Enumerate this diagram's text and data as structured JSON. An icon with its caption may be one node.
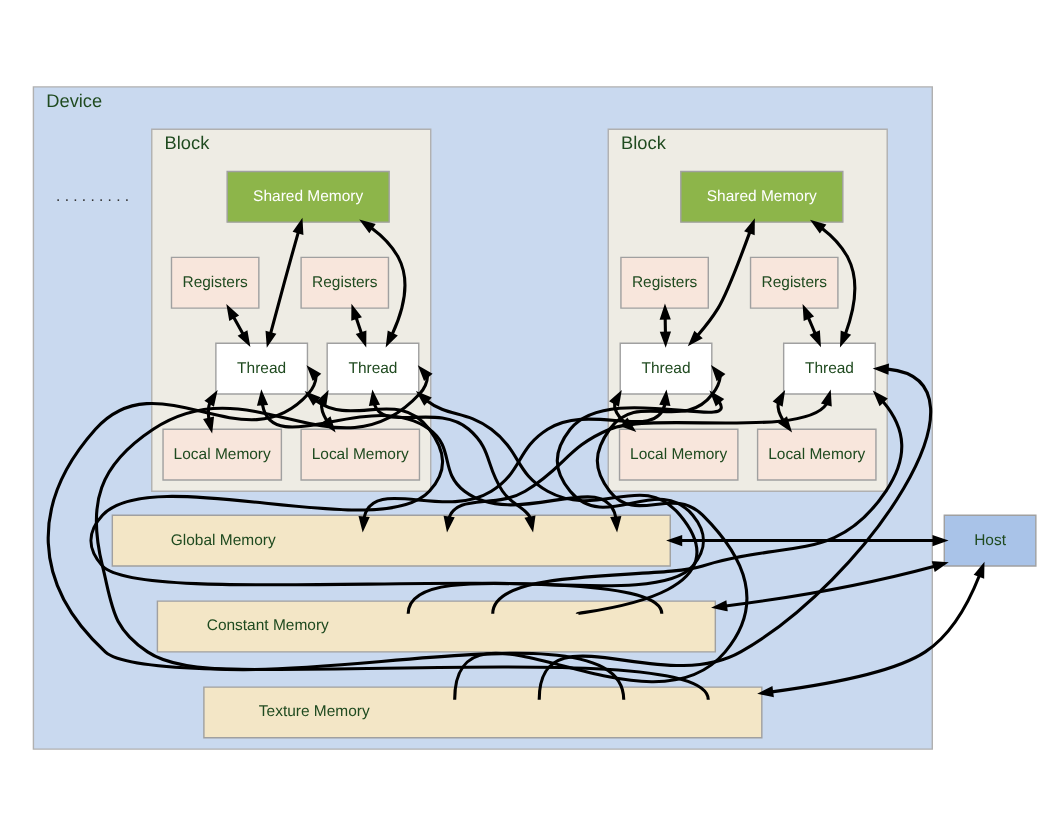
{
  "diagram": {
    "nodes": [
      {
        "text": [
          "Device"
        ]
      },
      {
        "text": [
          "Block"
        ],
        "in": 0
      },
      {
        "text": [
          "Shared Memory"
        ],
        "in": 1
      },
      {
        "text": [
          "Registers"
        ],
        "in": 1
      },
      {
        "text": [
          "Registers"
        ],
        "in": 1
      },
      {
        "text": [
          "Thread"
        ],
        "in": 1
      },
      {
        "text": [
          "Thread"
        ],
        "in": 1
      },
      {
        "text": [
          "Local Memory"
        ],
        "in": 1
      },
      {
        "text": [
          "Local Memory"
        ],
        "in": 1
      },
      {
        "text": [
          "Block"
        ],
        "in": 0
      },
      {
        "text": [
          "Shared Memory"
        ],
        "in": 9
      },
      {
        "text": [
          "Registers"
        ],
        "in": 9
      },
      {
        "text": [
          "Registers"
        ],
        "in": 9
      },
      {
        "text": [
          "Thread"
        ],
        "in": 9
      },
      {
        "text": [
          "Thread"
        ],
        "in": 9
      },
      {
        "text": [
          "Local Memory"
        ],
        "in": 9
      },
      {
        "text": [
          "Local Memory"
        ],
        "in": 9
      },
      {
        "text": [
          "Global Memory"
        ],
        "in": 0
      },
      {
        "text": [
          "Constant Memory"
        ],
        "in": 0
      },
      {
        "text": [
          "Texture Memory"
        ],
        "in": 0
      },
      {
        "text": [
          "Host"
        ]
      }
    ],
    "edges": [
      {
        "from": 3,
        "to": 5,
        "arrow": "both"
      },
      {
        "from": 4,
        "to": 6,
        "arrow": "both"
      },
      {
        "from": 2,
        "to": 5,
        "arrow": "both"
      },
      {
        "from": 2,
        "to": 6,
        "arrow": "both"
      },
      {
        "from": 5,
        "to": 7,
        "arrow": "both"
      },
      {
        "from": 6,
        "to": 8,
        "arrow": "both"
      },
      {
        "from": 5,
        "to": 17,
        "arrow": "both"
      },
      {
        "from": 18,
        "to": 5,
        "arrow": "to"
      },
      {
        "from": 19,
        "to": 5,
        "arrow": "to"
      },
      {
        "from": 6,
        "to": 17,
        "arrow": "both"
      },
      {
        "from": 18,
        "to": 6,
        "arrow": "to"
      },
      {
        "from": 19,
        "to": 6,
        "arrow": "to"
      },
      {
        "from": 11,
        "to": 13,
        "arrow": "both"
      },
      {
        "from": 12,
        "to": 14,
        "arrow": "both"
      },
      {
        "from": 10,
        "to": 13,
        "arrow": "both"
      },
      {
        "from": 10,
        "to": 14,
        "arrow": "both"
      },
      {
        "from": 13,
        "to": 15,
        "arrow": "both"
      },
      {
        "from": 14,
        "to": 16,
        "arrow": "both"
      },
      {
        "from": 13,
        "to": 17,
        "arrow": "both"
      },
      {
        "from": 18,
        "to": 13,
        "arrow": "to"
      },
      {
        "from": 19,
        "to": 13,
        "arrow": "to"
      },
      {
        "from": 14,
        "to": 17,
        "arrow": "both"
      },
      {
        "from": 18,
        "to": 14,
        "arrow": "to"
      },
      {
        "from": 19,
        "to": 14,
        "arrow": "to"
      },
      {
        "from": 20,
        "to": 17,
        "arrow": "both"
      },
      {
        "from": 20,
        "to": 18,
        "arrow": "both"
      },
      {
        "from": 20,
        "to": 19,
        "arrow": "both"
      }
    ],
    "labels": [
      ". . . . . . . . ."
    ]
  }
}
